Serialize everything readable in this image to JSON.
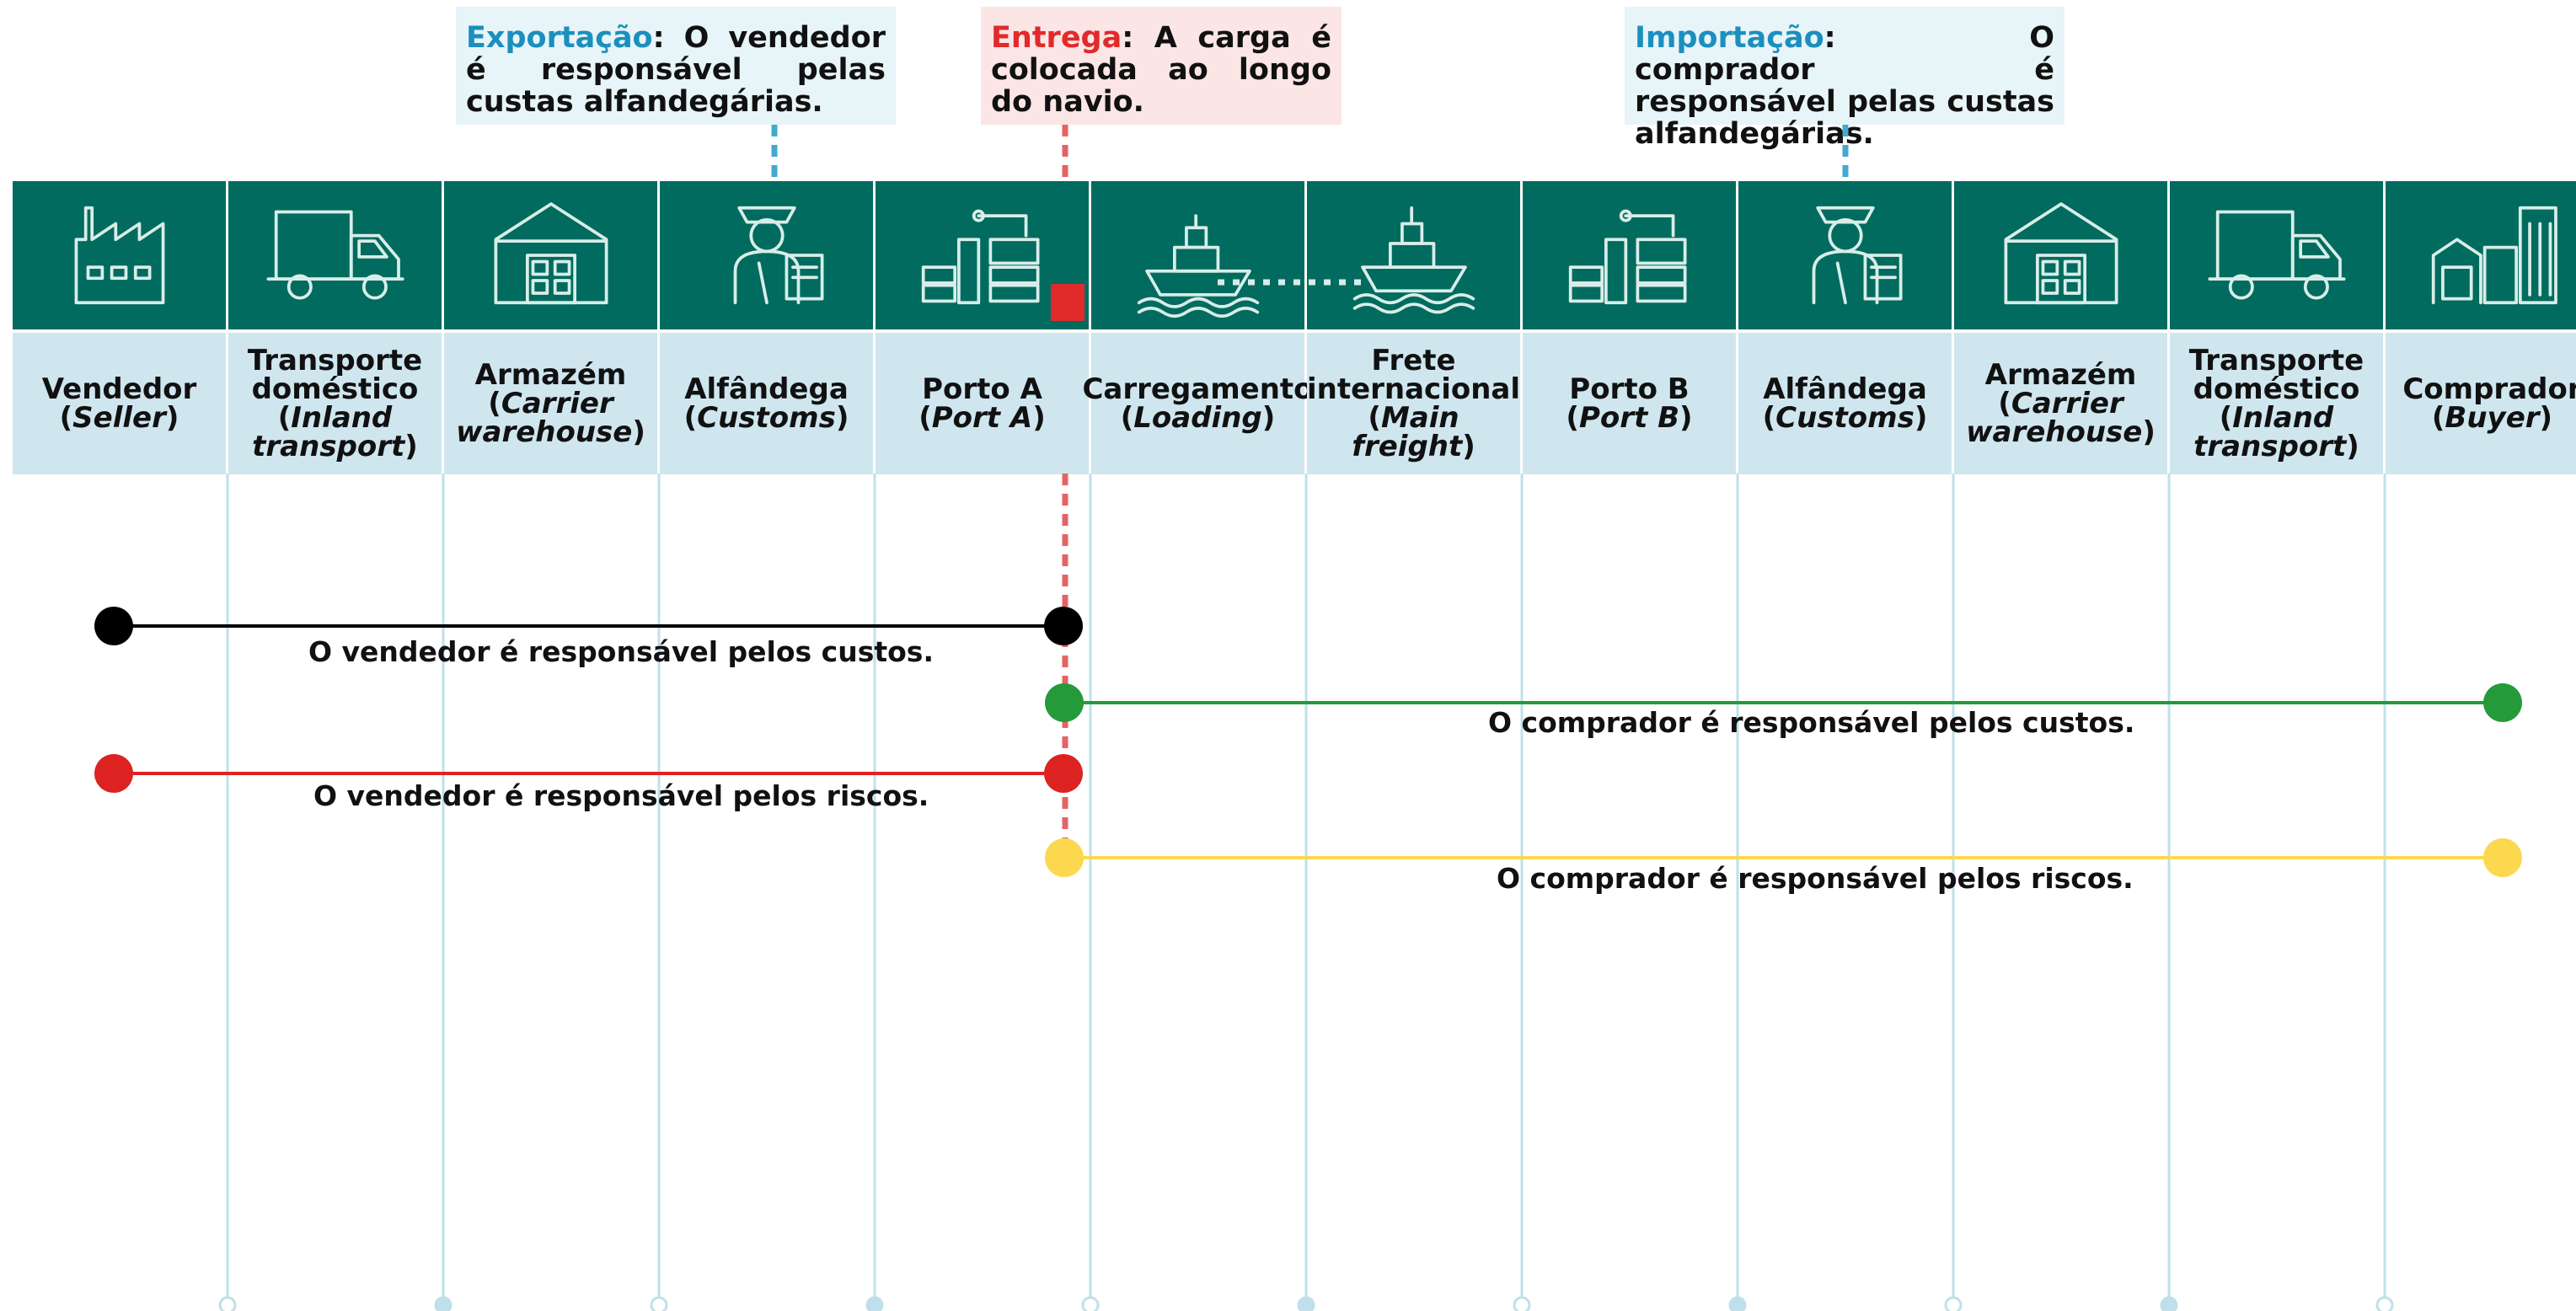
{
  "callouts": {
    "export": {
      "lead": "Exportação",
      "text": ": O vendedor é responsável pelas custas alfandegárias."
    },
    "delivery": {
      "lead": "Entrega",
      "text": ": A carga é colocada ao longo do navio."
    },
    "import": {
      "lead": "Importação",
      "text": ": O comprador é responsável pelas custas alfandegárias."
    }
  },
  "stages": [
    {
      "name": "Vendedor",
      "sub": "Seller",
      "icon": "factory-icon"
    },
    {
      "name": "Transporte doméstico",
      "sub": "Inland transport",
      "icon": "truck-icon"
    },
    {
      "name": "Armazém",
      "sub": "Carrier warehouse",
      "icon": "warehouse-icon"
    },
    {
      "name": "Alfândega",
      "sub": "Customs",
      "icon": "customs-officer-icon"
    },
    {
      "name": "Porto A",
      "sub": "Port A",
      "icon": "port-crane-icon"
    },
    {
      "name": "Carregamento",
      "sub": "Loading",
      "icon": "ship-loading-icon"
    },
    {
      "name": "Frete internacional",
      "sub": "Main freight",
      "icon": "ship-icon"
    },
    {
      "name": "Porto B",
      "sub": "Port B",
      "icon": "port-crane-icon"
    },
    {
      "name": "Alfândega",
      "sub": "Customs",
      "icon": "customs-officer-icon"
    },
    {
      "name": "Armazém",
      "sub": "Carrier warehouse",
      "icon": "warehouse-icon"
    },
    {
      "name": "Transporte doméstico",
      "sub": "Inland transport",
      "icon": "truck-icon"
    },
    {
      "name": "Comprador",
      "sub": "Buyer",
      "icon": "city-buildings-icon"
    }
  ],
  "bars": [
    {
      "name": "seller-costs",
      "label": "O vendedor é responsável pelos custos.",
      "color": "#000000"
    },
    {
      "name": "buyer-costs",
      "label": "O comprador é responsável pelos custos.",
      "color": "#259a3a"
    },
    {
      "name": "seller-risks",
      "label": "O vendedor é responsável pelos riscos.",
      "color": "#dd2222"
    },
    {
      "name": "buyer-risks",
      "label": "O comprador é responsável pelos riscos.",
      "color": "#fcd84f"
    }
  ],
  "colors": {
    "header_green": "#006b5e",
    "label_blue": "#cfe6ef",
    "guide_line": "#bfe0ea",
    "customs_dash": "#43a9cf",
    "delivery_dash": "#e46464",
    "delivery_marker": "#e12a2a"
  }
}
